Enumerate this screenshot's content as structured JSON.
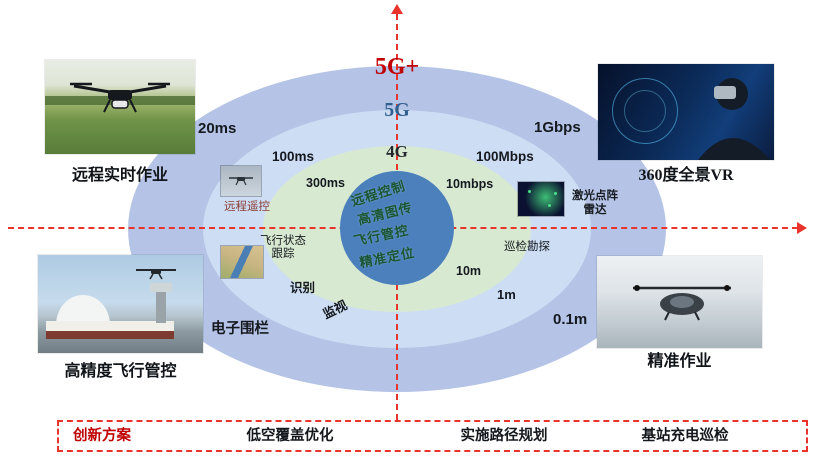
{
  "colors": {
    "accent_red": "#c00000",
    "axis_red": "#e8342a",
    "ring_outer_blue": "#b5c4e6",
    "ring_mid_blue": "#cdddf3",
    "ring_green": "#d8e9d2",
    "center_blue": "#4b80bd",
    "label_5g_blue": "#31608f",
    "capability_green": "#1a5632"
  },
  "generations": {
    "g5plus": "5G+",
    "g5": "5G",
    "g4": "4G"
  },
  "latency": {
    "outer": "20ms",
    "mid": "100ms",
    "inner": "300ms"
  },
  "bandwidth": {
    "outer": "1Gbps",
    "mid": "100Mbps",
    "inner": "10mbps"
  },
  "precision": {
    "inner": "10m",
    "mid": "1m",
    "outer": "0.1m"
  },
  "center_capabilities": {
    "line1": "远程控制",
    "line2": "高清图传",
    "line3": "飞行管控",
    "line4": "精准定位"
  },
  "annotations": {
    "remote_control": "远程遥控",
    "flight_status_line1": "飞行状态",
    "flight_status_line2": "跟踪",
    "identify": "识别",
    "monitor": "监视",
    "electronic_fence": "电子围栏",
    "inspection": "巡检勘探",
    "laser_line1": "激光点阵",
    "laser_line2": "雷达"
  },
  "corners": {
    "top_left": "远程实时作业",
    "top_right": "360度全景VR",
    "bottom_left": "高精度飞行管控",
    "bottom_right": "精准作业"
  },
  "bottom_bar": {
    "title": "创新方案",
    "items": [
      "低空覆盖优化",
      "实施路径规划",
      "基站充电巡检"
    ]
  }
}
